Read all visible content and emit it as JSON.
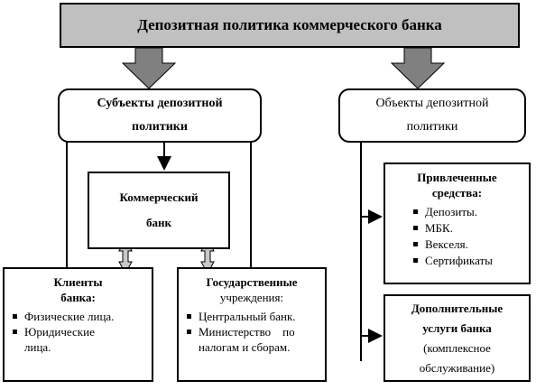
{
  "title": "Депозитная политика коммерческого банка",
  "subjects": {
    "line1": "Субъекты депозитной",
    "line2": "политики"
  },
  "objects": {
    "line1": "Объекты депозитной",
    "line2": "политики"
  },
  "bank": {
    "line1": "Коммерческий",
    "line2": "банк"
  },
  "clients": {
    "heading1": "Клиенты",
    "heading2": "банка:",
    "items": [
      "Физические лица.",
      "Юридические",
      "лица."
    ]
  },
  "gov": {
    "heading1": "Государственные",
    "heading2": "учреждения:",
    "items": [
      "Центральный банк.",
      "Министерство    по",
      "налогам и сборам."
    ]
  },
  "attracted": {
    "heading1": "Привлеченные",
    "heading2": "средства:",
    "items": [
      "Депозиты.",
      "МБК.",
      "Векселя.",
      "Сертификаты"
    ]
  },
  "services": {
    "line1": "Дополнительные",
    "line2": "услуги банка",
    "line3": "(комплексное",
    "line4": "обслуживание)"
  },
  "colors": {
    "title_bg": "#c0c0c0",
    "big_arrow": "#808080",
    "hollow_arrow": "#c8c8c8"
  }
}
